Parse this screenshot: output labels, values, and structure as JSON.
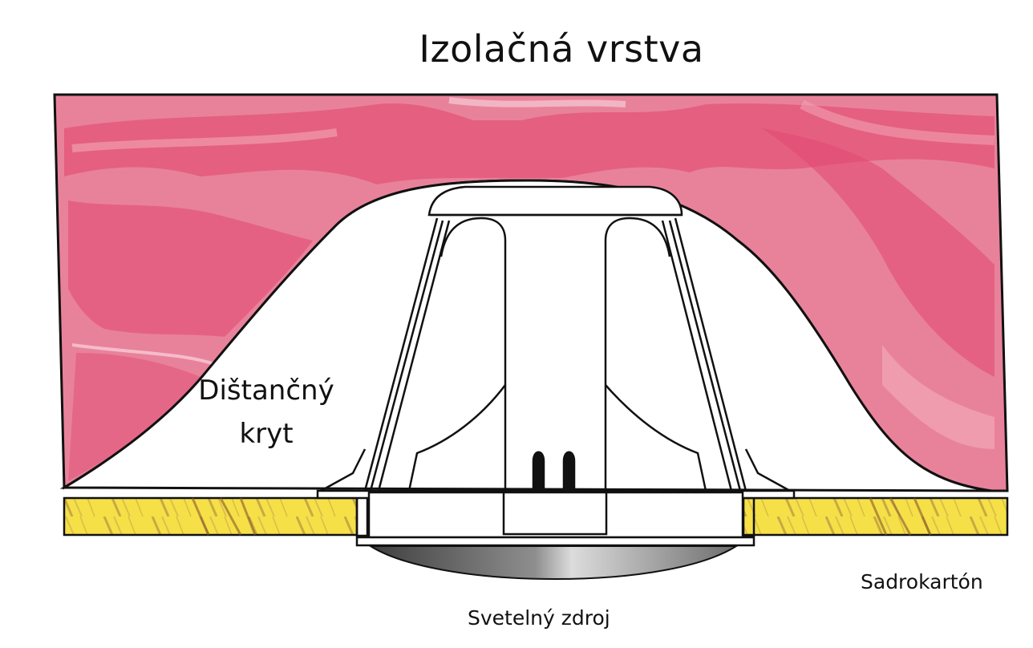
{
  "diagram": {
    "labels": {
      "insulation_layer": "Izolačná vrstva",
      "spacer_cover_line1": "Dištančný",
      "spacer_cover_line2": "kryt",
      "light_source": "Svetelný zdroj",
      "drywall": "Sadrokartón"
    },
    "colors": {
      "insulation_base": "#e8829a",
      "insulation_dark": "#e24772",
      "insulation_light": "#f2a6b6",
      "drywall_fill": "#f4e14a",
      "drywall_grain": "#9a6a3a",
      "outline": "#111111",
      "lens_dark": "#6a6a6a",
      "lens_light": "#e4e4e4"
    }
  }
}
